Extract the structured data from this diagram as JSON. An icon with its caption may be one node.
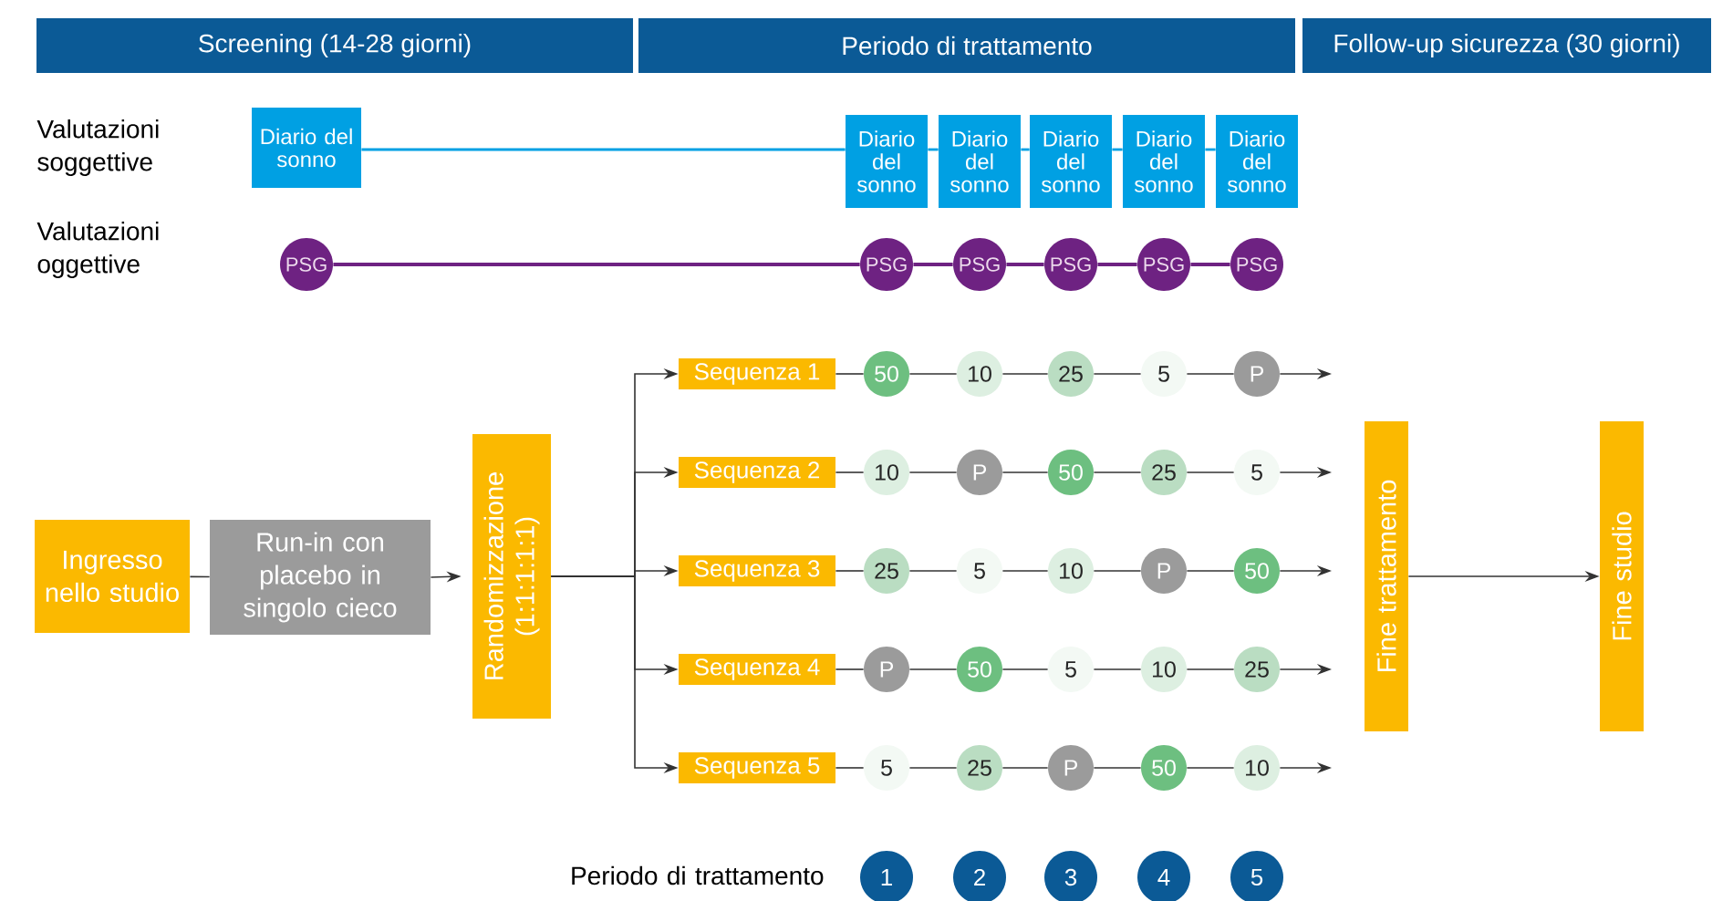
{
  "diagram": {
    "nodes": [
      {
        "text": [
          "Screening (14-28 giorni)"
        ]
      },
      {
        "text": [
          "Periodo di trattamento"
        ]
      },
      {
        "text": [
          "Follow-up sicurezza (30 giorni)"
        ]
      },
      {
        "text": [
          "Diario del sonno"
        ]
      },
      {
        "text": [
          "Diario del sonno"
        ]
      },
      {
        "text": [
          "Diario del sonno"
        ]
      },
      {
        "text": [
          "Diario del sonno"
        ]
      },
      {
        "text": [
          "Diario del sonno"
        ]
      },
      {
        "text": [
          "Diario del sonno"
        ]
      },
      {
        "text": [
          "PSG"
        ]
      },
      {
        "text": [
          "PSG"
        ]
      },
      {
        "text": [
          "PSG"
        ]
      },
      {
        "text": [
          "PSG"
        ]
      },
      {
        "text": [
          "PSG"
        ]
      },
      {
        "text": [
          "PSG"
        ]
      },
      {
        "text": [
          "Ingresso nello studio"
        ]
      },
      {
        "text": [
          "Run-in con placebo in singolo cieco"
        ]
      },
      {
        "text": [
          "Randomizzazione (1:1:1:1:1)"
        ]
      },
      {
        "text": [
          "Sequenza 1"
        ]
      },
      {
        "text": [
          "Sequenza 2"
        ]
      },
      {
        "text": [
          "Sequenza 3"
        ]
      },
      {
        "text": [
          "Sequenza 4"
        ]
      },
      {
        "text": [
          "Sequenza 5"
        ]
      },
      {
        "text": [
          "50"
        ]
      },
      {
        "text": [
          "10"
        ]
      },
      {
        "text": [
          "25"
        ]
      },
      {
        "text": [
          "5"
        ]
      },
      {
        "text": [
          "P"
        ]
      },
      {
        "text": [
          "10"
        ]
      },
      {
        "text": [
          "P"
        ]
      },
      {
        "text": [
          "50"
        ]
      },
      {
        "text": [
          "25"
        ]
      },
      {
        "text": [
          "5"
        ]
      },
      {
        "text": [
          "25"
        ]
      },
      {
        "text": [
          "5"
        ]
      },
      {
        "text": [
          "10"
        ]
      },
      {
        "text": [
          "P"
        ]
      },
      {
        "text": [
          "50"
        ]
      },
      {
        "text": [
          "P"
        ]
      },
      {
        "text": [
          "50"
        ]
      },
      {
        "text": [
          "5"
        ]
      },
      {
        "text": [
          "10"
        ]
      },
      {
        "text": [
          "25"
        ]
      },
      {
        "text": [
          "5"
        ]
      },
      {
        "text": [
          "25"
        ]
      },
      {
        "text": [
          "P"
        ]
      },
      {
        "text": [
          "50"
        ]
      },
      {
        "text": [
          "10"
        ]
      },
      {
        "text": [
          "Fine trattamento"
        ]
      },
      {
        "text": [
          "Fine studio"
        ]
      },
      {
        "text": [
          "1"
        ]
      },
      {
        "text": [
          "2"
        ]
      },
      {
        "text": [
          "3"
        ]
      },
      {
        "text": [
          "4"
        ]
      },
      {
        "text": [
          "5"
        ]
      }
    ],
    "edges": [
      {
        "from": 3,
        "to": 4,
        "arrow": "none",
        "color": "#00a0e3"
      },
      {
        "from": 4,
        "to": 5,
        "arrow": "none",
        "color": "#00a0e3"
      },
      {
        "from": 5,
        "to": 6,
        "arrow": "none",
        "color": "#00a0e3"
      },
      {
        "from": 6,
        "to": 7,
        "arrow": "none",
        "color": "#00a0e3"
      },
      {
        "from": 7,
        "to": 8,
        "arrow": "none",
        "color": "#00a0e3"
      },
      {
        "from": 9,
        "to": 10,
        "arrow": "none",
        "color": "#6e2282"
      },
      {
        "from": 10,
        "to": 11,
        "arrow": "none",
        "color": "#6e2282"
      },
      {
        "from": 11,
        "to": 12,
        "arrow": "none",
        "color": "#6e2282"
      },
      {
        "from": 12,
        "to": 13,
        "arrow": "none",
        "color": "#6e2282"
      },
      {
        "from": 13,
        "to": 14,
        "arrow": "none",
        "color": "#6e2282"
      },
      {
        "from": 15,
        "to": 16,
        "arrow": "none"
      },
      {
        "from": 16,
        "to": 17,
        "arrow": "to"
      },
      {
        "from": 17,
        "to": 18,
        "arrow": "to"
      },
      {
        "from": 17,
        "to": 19,
        "arrow": "to"
      },
      {
        "from": 17,
        "to": 20,
        "arrow": "to"
      },
      {
        "from": 17,
        "to": 21,
        "arrow": "to"
      },
      {
        "from": 17,
        "to": 22,
        "arrow": "to"
      },
      {
        "from": 18,
        "to": 23,
        "arrow": "none"
      },
      {
        "from": 23,
        "to": 24,
        "arrow": "none"
      },
      {
        "from": 24,
        "to": 25,
        "arrow": "none"
      },
      {
        "from": 25,
        "to": 26,
        "arrow": "none"
      },
      {
        "from": 26,
        "to": 27,
        "arrow": "none"
      },
      {
        "from": 27,
        "to": null,
        "arrow": "to"
      },
      {
        "from": 19,
        "to": 28,
        "arrow": "none"
      },
      {
        "from": 28,
        "to": 29,
        "arrow": "none"
      },
      {
        "from": 29,
        "to": 30,
        "arrow": "none"
      },
      {
        "from": 30,
        "to": 31,
        "arrow": "none"
      },
      {
        "from": 31,
        "to": 32,
        "arrow": "none"
      },
      {
        "from": 32,
        "to": null,
        "arrow": "to"
      },
      {
        "from": 20,
        "to": 33,
        "arrow": "none"
      },
      {
        "from": 33,
        "to": 34,
        "arrow": "none"
      },
      {
        "from": 34,
        "to": 35,
        "arrow": "none"
      },
      {
        "from": 35,
        "to": 36,
        "arrow": "none"
      },
      {
        "from": 36,
        "to": 37,
        "arrow": "none"
      },
      {
        "from": 37,
        "to": null,
        "arrow": "to"
      },
      {
        "from": 21,
        "to": 38,
        "arrow": "none"
      },
      {
        "from": 38,
        "to": 39,
        "arrow": "none"
      },
      {
        "from": 39,
        "to": 40,
        "arrow": "none"
      },
      {
        "from": 40,
        "to": 41,
        "arrow": "none"
      },
      {
        "from": 41,
        "to": 42,
        "arrow": "none"
      },
      {
        "from": 42,
        "to": null,
        "arrow": "to"
      },
      {
        "from": 22,
        "to": 43,
        "arrow": "none"
      },
      {
        "from": 43,
        "to": 44,
        "arrow": "none"
      },
      {
        "from": 44,
        "to": 45,
        "arrow": "none"
      },
      {
        "from": 45,
        "to": 46,
        "arrow": "none"
      },
      {
        "from": 46,
        "to": 47,
        "arrow": "none"
      },
      {
        "from": 47,
        "to": null,
        "arrow": "to"
      },
      {
        "from": 48,
        "to": 49,
        "arrow": "to"
      }
    ],
    "labels": [
      "Valutazioni soggettive",
      "Valutazioni oggettive",
      "Periodo di trattamento"
    ]
  }
}
